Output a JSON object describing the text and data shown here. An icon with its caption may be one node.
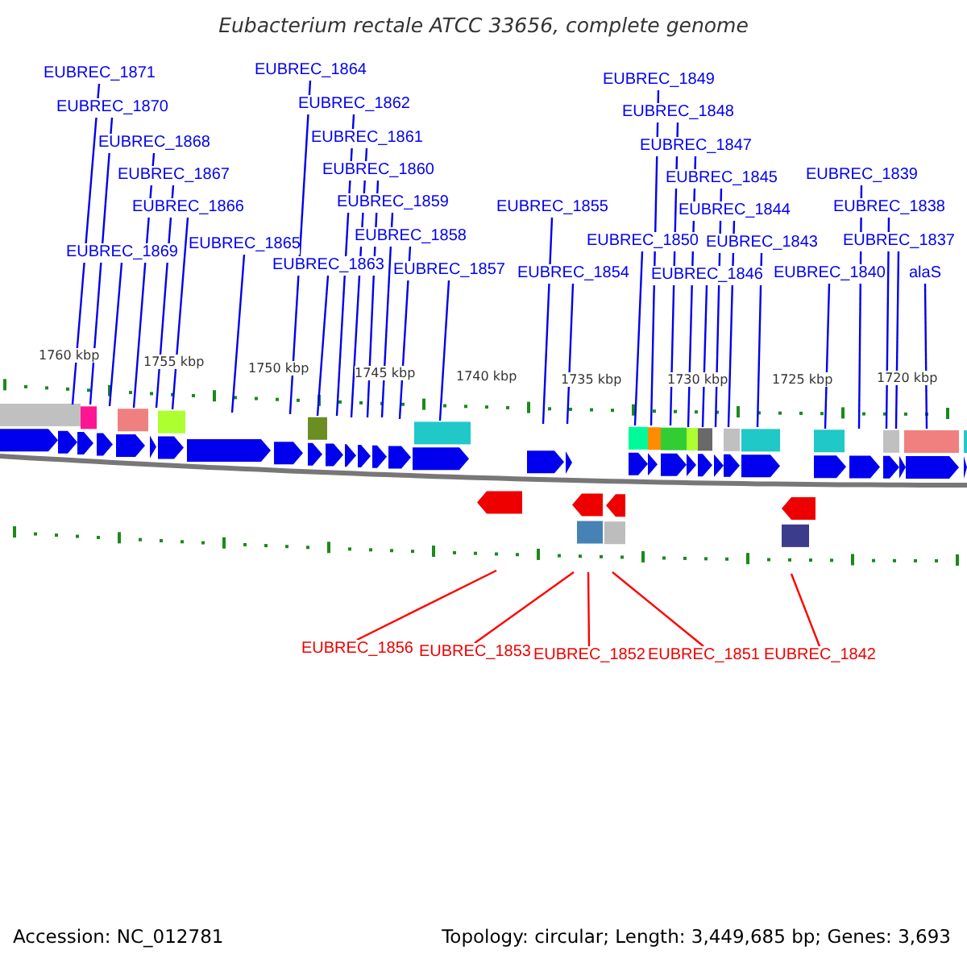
{
  "diagram": {
    "title": "Eubacterium rectale ATCC 33656, complete genome",
    "nodes": [
      {
        "text": [
          "EUBREC_1871"
        ]
      },
      {
        "text": [
          "EUBREC_1870"
        ]
      },
      {
        "text": [
          "EUBREC_1868"
        ]
      },
      {
        "text": [
          "EUBREC_1867"
        ]
      },
      {
        "text": [
          "EUBREC_1866"
        ]
      },
      {
        "text": [
          "EUBREC_1869"
        ]
      },
      {
        "text": [
          "EUBREC_1865"
        ]
      },
      {
        "text": [
          "EUBREC_1864"
        ]
      },
      {
        "text": [
          "EUBREC_1862"
        ]
      },
      {
        "text": [
          "EUBREC_1861"
        ]
      },
      {
        "text": [
          "EUBREC_1860"
        ]
      },
      {
        "text": [
          "EUBREC_1859"
        ]
      },
      {
        "text": [
          "EUBREC_1858"
        ]
      },
      {
        "text": [
          "EUBREC_1863"
        ]
      },
      {
        "text": [
          "EUBREC_1857"
        ]
      },
      {
        "text": [
          "EUBREC_1855"
        ]
      },
      {
        "text": [
          "EUBREC_1854"
        ]
      },
      {
        "text": [
          "EUBREC_1850"
        ]
      },
      {
        "text": [
          "EUBREC_1849"
        ]
      },
      {
        "text": [
          "EUBREC_1848"
        ]
      },
      {
        "text": [
          "EUBREC_1847"
        ]
      },
      {
        "text": [
          "EUBREC_1846"
        ]
      },
      {
        "text": [
          "EUBREC_1845"
        ]
      },
      {
        "text": [
          "EUBREC_1844"
        ]
      },
      {
        "text": [
          "EUBREC_1843"
        ]
      },
      {
        "text": [
          "EUBREC_1840"
        ]
      },
      {
        "text": [
          "EUBREC_1839"
        ]
      },
      {
        "text": [
          "EUBREC_1838"
        ]
      },
      {
        "text": [
          "EUBREC_1837"
        ]
      },
      {
        "text": [
          "alaS"
        ]
      },
      {
        "text": [
          "EUBREC_1856"
        ]
      },
      {
        "text": [
          "EUBREC_1853"
        ]
      },
      {
        "text": [
          "EUBREC_1852"
        ]
      },
      {
        "text": [
          "EUBREC_1851"
        ]
      },
      {
        "text": [
          "EUBREC_1842"
        ]
      }
    ],
    "edges": [
      {
        "from": 0,
        "to": null,
        "arrow": "none"
      },
      {
        "from": 1,
        "to": null,
        "arrow": "none"
      },
      {
        "from": 2,
        "to": null,
        "arrow": "none"
      },
      {
        "from": 3,
        "to": null,
        "arrow": "none"
      },
      {
        "from": 4,
        "to": null,
        "arrow": "none"
      },
      {
        "from": 5,
        "to": null,
        "arrow": "none"
      },
      {
        "from": 6,
        "to": null,
        "arrow": "none"
      },
      {
        "from": 7,
        "to": null,
        "arrow": "none"
      },
      {
        "from": 8,
        "to": null,
        "arrow": "none"
      },
      {
        "from": 9,
        "to": null,
        "arrow": "none"
      },
      {
        "from": 10,
        "to": null,
        "arrow": "none"
      },
      {
        "from": 11,
        "to": null,
        "arrow": "none"
      },
      {
        "from": 12,
        "to": null,
        "arrow": "none"
      },
      {
        "from": 13,
        "to": null,
        "arrow": "none"
      },
      {
        "from": 14,
        "to": null,
        "arrow": "none"
      },
      {
        "from": 15,
        "to": null,
        "arrow": "none"
      },
      {
        "from": 16,
        "to": null,
        "arrow": "none"
      },
      {
        "from": 17,
        "to": null,
        "arrow": "none"
      },
      {
        "from": 18,
        "to": null,
        "arrow": "none"
      },
      {
        "from": 19,
        "to": null,
        "arrow": "none"
      },
      {
        "from": 20,
        "to": null,
        "arrow": "none"
      },
      {
        "from": 21,
        "to": null,
        "arrow": "none"
      },
      {
        "from": 22,
        "to": null,
        "arrow": "none"
      },
      {
        "from": 23,
        "to": null,
        "arrow": "none"
      },
      {
        "from": 24,
        "to": null,
        "arrow": "none"
      },
      {
        "from": 25,
        "to": null,
        "arrow": "none"
      },
      {
        "from": 26,
        "to": null,
        "arrow": "none"
      },
      {
        "from": 27,
        "to": null,
        "arrow": "none"
      },
      {
        "from": 28,
        "to": null,
        "arrow": "none"
      },
      {
        "from": 29,
        "to": null,
        "arrow": "none"
      },
      {
        "from": 30,
        "to": null,
        "arrow": "none",
        "color": "#ff0000"
      },
      {
        "from": 31,
        "to": null,
        "arrow": "none",
        "color": "#ff0000"
      },
      {
        "from": 32,
        "to": null,
        "arrow": "none",
        "color": "#ff0000"
      },
      {
        "from": 33,
        "to": null,
        "arrow": "none",
        "color": "#ff0000"
      },
      {
        "from": 34,
        "to": null,
        "arrow": "none",
        "color": "#ff0000"
      }
    ],
    "labels": [
      "1760 kbp",
      "1755 kbp",
      "1750 kbp",
      "1745 kbp",
      "1740 kbp",
      "1735 kbp",
      "1730 kbp",
      "1725 kbp",
      "1720 kbp",
      "Accession: NC_012781",
      "Topology: circular; Length: 3,449,685 bp; Genes: 3,693"
    ]
  }
}
